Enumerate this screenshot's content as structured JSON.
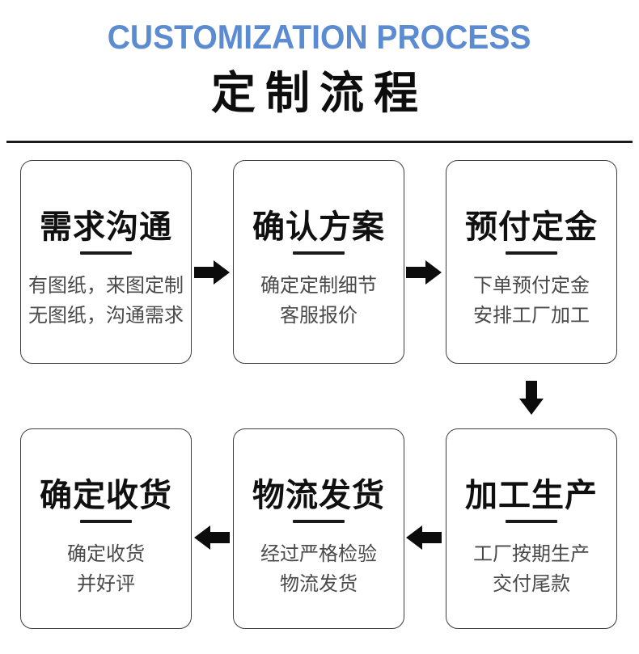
{
  "header": {
    "subtitle": "CUSTOMIZATION PROCESS",
    "title": "定制流程"
  },
  "colors": {
    "accent_blue": "#5b8cd2",
    "title_black": "#0d0d0d",
    "body_gray": "#4a4a4a",
    "box_border": "#3d3d3d",
    "arrow_black": "#0c0c0c"
  },
  "cells": [
    {
      "title": "需求沟通",
      "lines": [
        "有图纸，来图定制",
        "无图纸，沟通需求"
      ]
    },
    {
      "title": "确认方案",
      "lines": [
        "确定定制细节",
        "客服报价"
      ]
    },
    {
      "title": "预付定金",
      "lines": [
        "下单预付定金",
        "安排工厂加工"
      ]
    },
    {
      "title": "确定收货",
      "lines": [
        "确定收货",
        "并好评"
      ]
    },
    {
      "title": "物流发货",
      "lines": [
        "经过严格检验",
        "物流发货"
      ]
    },
    {
      "title": "加工生产",
      "lines": [
        "工厂按期生产",
        "交付尾款"
      ]
    }
  ]
}
